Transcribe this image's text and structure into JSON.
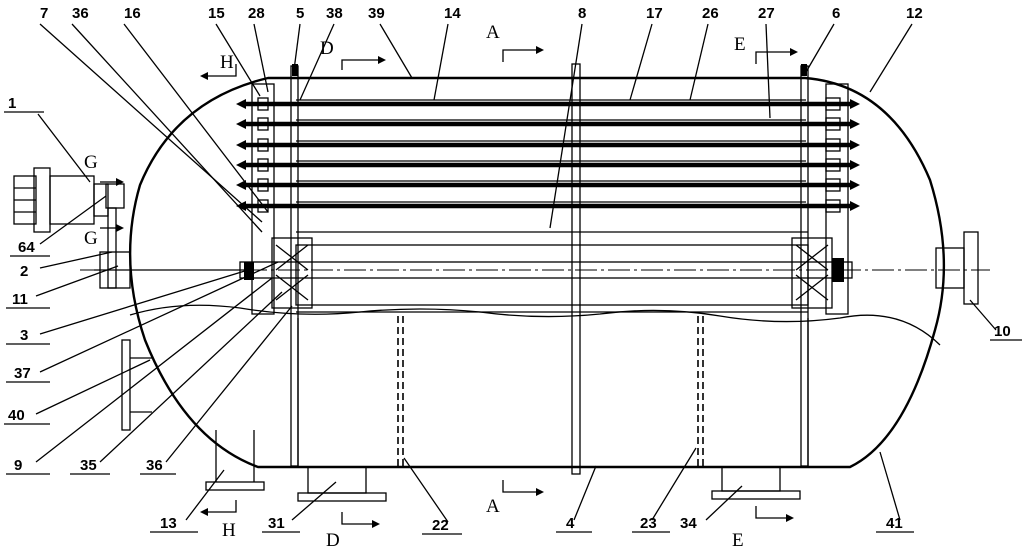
{
  "figure": {
    "part_labels": {
      "p1": "1",
      "p2": "2",
      "p3": "3",
      "p4": "4",
      "p5": "5",
      "p6": "6",
      "p7": "7",
      "p8": "8",
      "p9": "9",
      "p10": "10",
      "p11": "11",
      "p12": "12",
      "p13": "13",
      "p14": "14",
      "p15": "15",
      "p16": "16",
      "p17": "17",
      "p22": "22",
      "p23": "23",
      "p26": "26",
      "p27": "27",
      "p28": "28",
      "p31": "31",
      "p34": "34",
      "p35": "35",
      "p36a": "36",
      "p36b": "36",
      "p37": "37",
      "p38": "38",
      "p39": "39",
      "p40": "40",
      "p41": "41",
      "p64": "64"
    },
    "section_labels": {
      "A_top": "A",
      "A_bottom": "A",
      "D_top": "D",
      "D_bottom": "D",
      "E_top": "E",
      "E_bottom": "E",
      "G_top": "G",
      "G_bottom": "G",
      "H_top": "H",
      "H_bottom": "H"
    }
  }
}
